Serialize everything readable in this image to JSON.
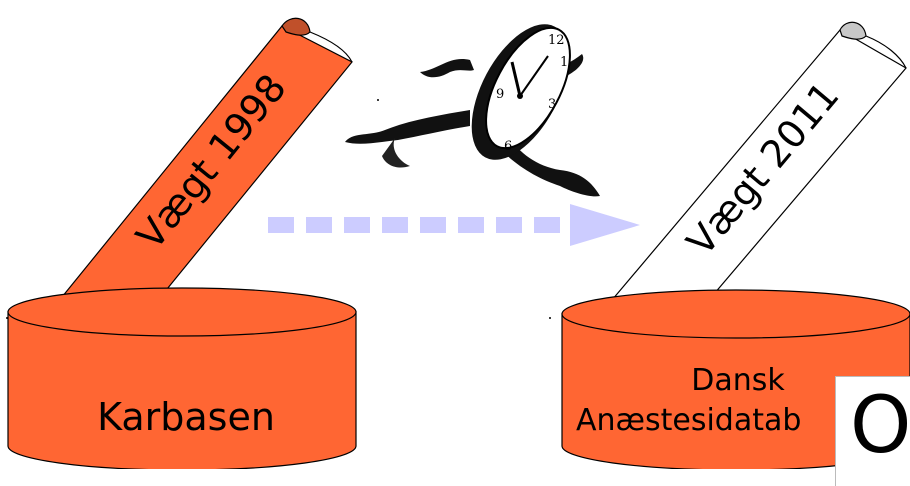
{
  "colors": {
    "db_fill": "#ff6633",
    "db_stroke": "#000000",
    "scroll_1998": "#ff6633",
    "scroll_2011": "#ffffff",
    "arrow": "#ccccff"
  },
  "left_db": {
    "label": "Karbasen",
    "scroll_label": "Vægt 1998"
  },
  "right_db": {
    "label_line1": "Dansk",
    "label_line2": "Anæstesidatab",
    "scroll_label": "Vægt 2011"
  },
  "time_figure": {
    "icon": "running-clock-icon",
    "clock_numbers": [
      "12",
      "1",
      "3",
      "6",
      "9"
    ]
  },
  "overlay": {
    "partial_text": "O"
  }
}
